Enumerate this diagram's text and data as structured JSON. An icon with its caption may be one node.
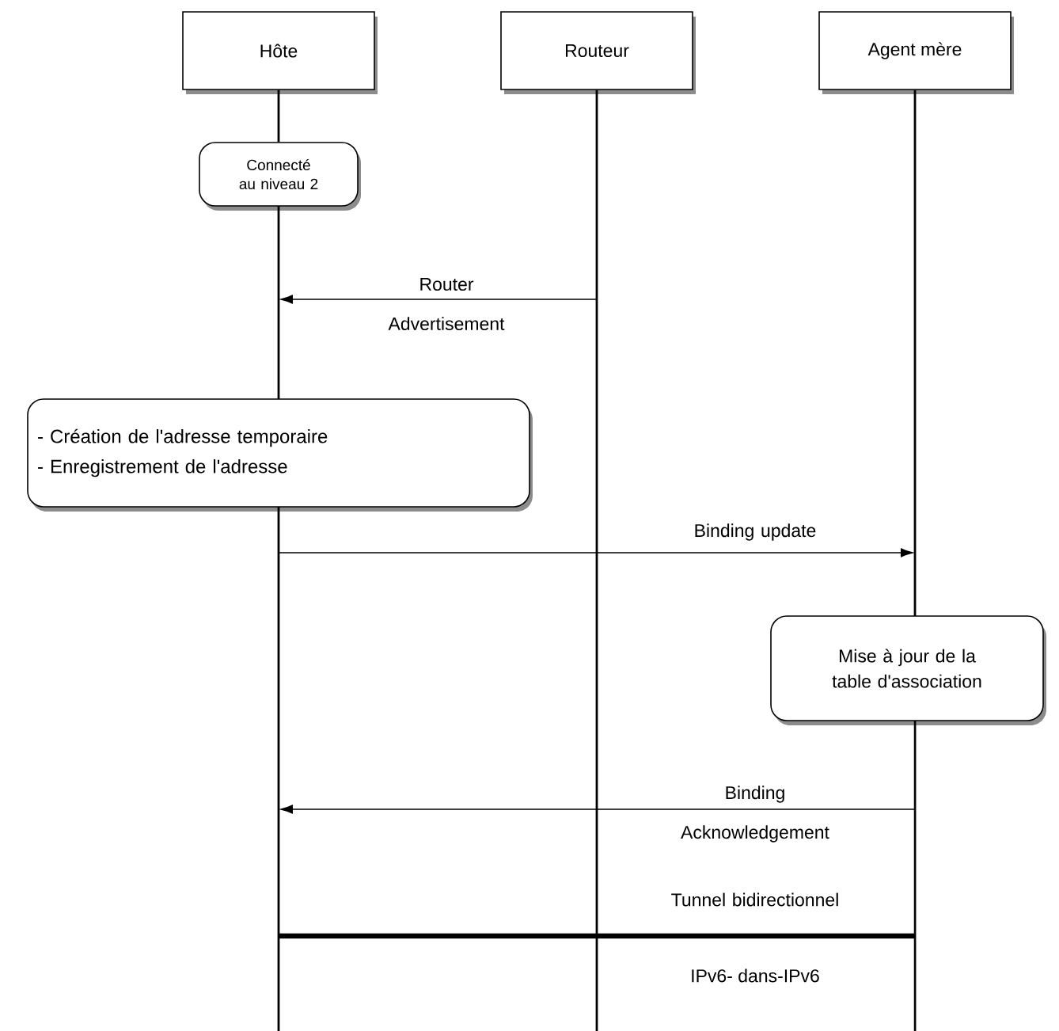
{
  "diagram": {
    "nodes": [
      {
        "text": [
          "Hôte"
        ]
      },
      {
        "text": [
          "Routeur"
        ]
      },
      {
        "text": [
          "Agent mère"
        ]
      },
      {
        "text": [
          "Connecté au niveau 2"
        ]
      },
      {
        "text": [
          "- Création de l'adresse temporaire",
          "- Enregistrement de l'adresse"
        ]
      },
      {
        "text": [
          "Mise à jour de la table d'association"
        ]
      },
      {
        "text": [],
        "shape": "line"
      },
      {
        "text": [],
        "shape": "line"
      },
      {
        "text": [],
        "shape": "line"
      },
      {
        "text": [],
        "shape": "line"
      },
      {
        "text": [],
        "shape": "line"
      }
    ],
    "edges": [
      {
        "from": 0,
        "to": 3,
        "arrow": "none"
      },
      {
        "from": 7,
        "to": 6,
        "arrow": "to",
        "label": "Router Advertisement"
      },
      {
        "from": 8,
        "to": 9,
        "arrow": "to",
        "label": "Binding update"
      },
      {
        "from": 10,
        "to": 8,
        "arrow": "to",
        "label": "Binding Acknowledgement"
      },
      {
        "from": 8,
        "to": 10,
        "arrow": "none",
        "style": "thick",
        "label": "Tunnel bidirectionnel"
      }
    ],
    "labels": [
      "IPv6- dans-IPv6"
    ]
  }
}
